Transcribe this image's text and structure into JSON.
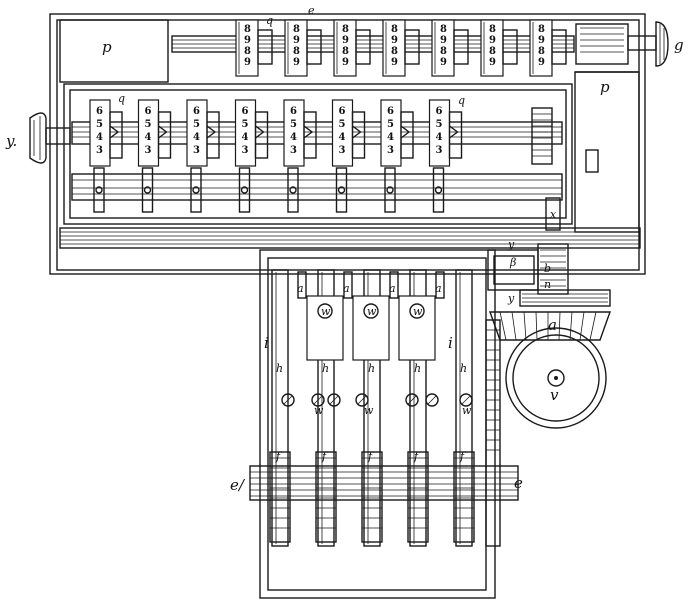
{
  "labels": {
    "p_top_left": "p",
    "p_right": "p",
    "q_top": "q",
    "e_top": "e",
    "g_right": "g",
    "y_left": "y.",
    "q_mid": "q",
    "q_mid_right": "q",
    "x_right": "x",
    "y_small": "y",
    "beta": "β",
    "b_small": "b",
    "n_small": "n",
    "y_low": "y",
    "a_bevel": "a",
    "v_wheel": "v",
    "e_left": "e/",
    "e_right": "e",
    "i": "i",
    "h": "h",
    "w": "w",
    "f": "f"
  },
  "top_counter": {
    "wheels": [
      {
        "digits": [
          "8",
          "9",
          "8",
          "9"
        ]
      },
      {
        "digits": [
          "8",
          "9",
          "8",
          "9"
        ]
      },
      {
        "digits": [
          "8",
          "9",
          "8",
          "9"
        ]
      },
      {
        "digits": [
          "8",
          "9",
          "8",
          "9"
        ]
      },
      {
        "digits": [
          "8",
          "9",
          "8",
          "9"
        ]
      },
      {
        "digits": [
          "8",
          "9",
          "8",
          "9"
        ]
      },
      {
        "digits": [
          "8",
          "9",
          "8",
          "9"
        ]
      }
    ]
  },
  "mid_counter": {
    "wheels": [
      {
        "digits": [
          "6",
          "5",
          "4",
          "3"
        ]
      },
      {
        "digits": [
          "6",
          "5",
          "4",
          "3"
        ]
      },
      {
        "digits": [
          "6",
          "5",
          "4",
          "3"
        ]
      },
      {
        "digits": [
          "6",
          "5",
          "4",
          "3"
        ]
      },
      {
        "digits": [
          "6",
          "5",
          "4",
          "3"
        ]
      },
      {
        "digits": [
          "6",
          "5",
          "4",
          "3"
        ]
      },
      {
        "digits": [
          "6",
          "5",
          "4",
          "3"
        ]
      },
      {
        "digits": [
          "6",
          "5",
          "4",
          "3"
        ]
      }
    ]
  },
  "keys": {
    "count": 4,
    "key_label": "i",
    "pin_label": "h",
    "screw_label": "w",
    "lower_label": "f",
    "top_label": "a"
  }
}
